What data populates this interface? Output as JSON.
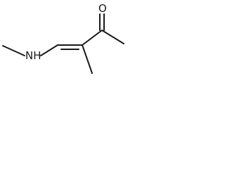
{
  "molecule": {
    "atoms": {
      "nitrogen": {
        "symbol": "N",
        "hydrogen": "H"
      },
      "oxygen": {
        "symbol": "O"
      }
    },
    "colors": {
      "bond": "#1a1a1a",
      "label": "#1a1a1a",
      "background": "#ffffff"
    }
  }
}
